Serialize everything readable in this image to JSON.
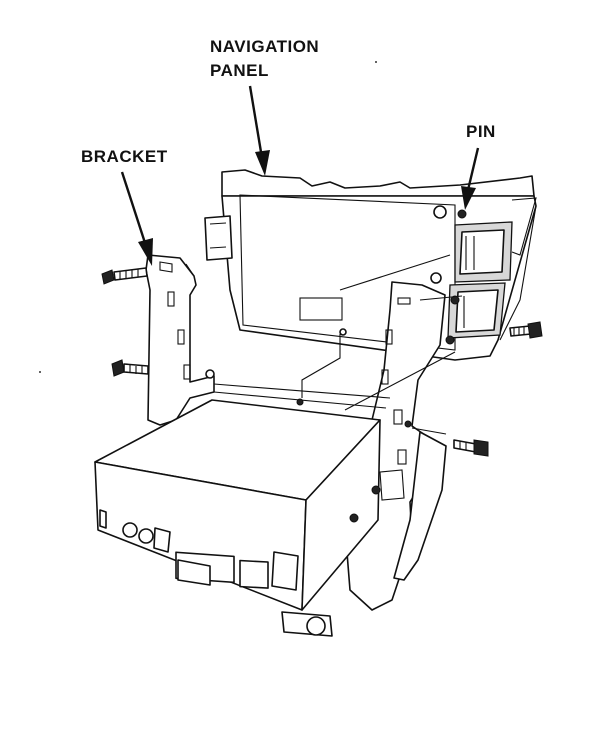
{
  "labels": {
    "navigation_panel_line1": "NAVIGATION",
    "navigation_panel_line2": "PANEL",
    "pin": "PIN",
    "bracket": "BRACKET"
  },
  "colors": {
    "ink": "#111111",
    "background": "#ffffff"
  }
}
